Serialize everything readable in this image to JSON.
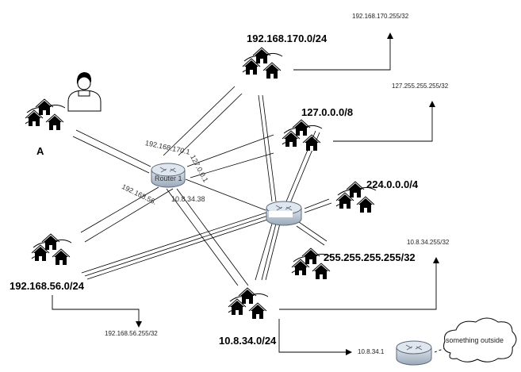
{
  "nodes": {
    "house_a": "A",
    "router_1": "Router 1",
    "router_2": "",
    "cloud": "something outside"
  },
  "networks": {
    "net_170": "192.168.170.0/24",
    "net_127": "127.0.0.0/8",
    "net_224": "224.0.0.0/4",
    "net_255": "255.255.255.255/32",
    "net_56": "192.168.56.0/24",
    "net_10": "10.8.34.0/24"
  },
  "broadcasts": {
    "bc_170": "192.168.170.255/32",
    "bc_127": "127.255.255.255/32",
    "bc_10": "10.8.34.255/32",
    "bc_56": "192.168.56.255/32"
  },
  "router_interfaces": {
    "if_170": "192.168.170.1",
    "if_127": "127.0.0.1",
    "if_56": "192.168.56.",
    "if_10": "10.8.34.38"
  },
  "gateway": "10.8.34.1",
  "colors": {
    "line": "#000000",
    "router_fill": "#c9d3df",
    "router_stroke": "#5b6b7e"
  }
}
